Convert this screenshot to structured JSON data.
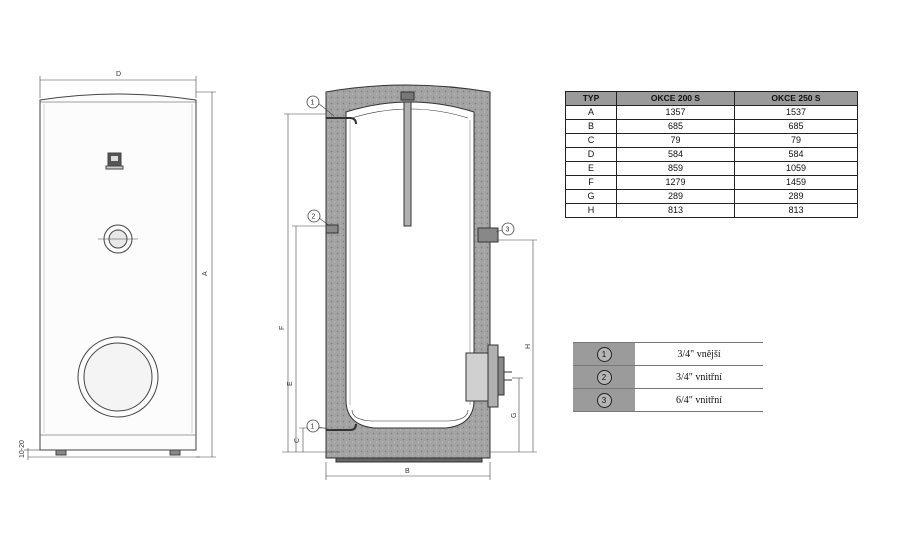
{
  "dimension_letters": {
    "outer_width": "D",
    "height_total": "A",
    "foot_height": "10-20",
    "tank_width": "B",
    "pos_f": "F",
    "pos_e": "E",
    "pos_c": "C",
    "pos_h": "H",
    "pos_g": "G"
  },
  "connection_markers": [
    "1",
    "2",
    "3"
  ],
  "dims_table": {
    "headers": [
      "TYP",
      "OKCE 200 S",
      "OKCE 250 S"
    ],
    "rows": [
      [
        "A",
        "1357",
        "1537"
      ],
      [
        "B",
        "685",
        "685"
      ],
      [
        "C",
        "79",
        "79"
      ],
      [
        "D",
        "584",
        "584"
      ],
      [
        "E",
        "859",
        "1059"
      ],
      [
        "F",
        "1279",
        "1459"
      ],
      [
        "G",
        "289",
        "289"
      ],
      [
        "H",
        "813",
        "813"
      ]
    ]
  },
  "connections": [
    {
      "num": "1",
      "label": "3/4\" vnější"
    },
    {
      "num": "2",
      "label": "3/4\" vnitřní"
    },
    {
      "num": "3",
      "label": "6/4\" vnitřní"
    }
  ],
  "colors": {
    "insulation": "#9a9a9a",
    "line": "#333333",
    "legend_fill": "#9b9b9b",
    "header_fill": "#9a9a9a"
  }
}
